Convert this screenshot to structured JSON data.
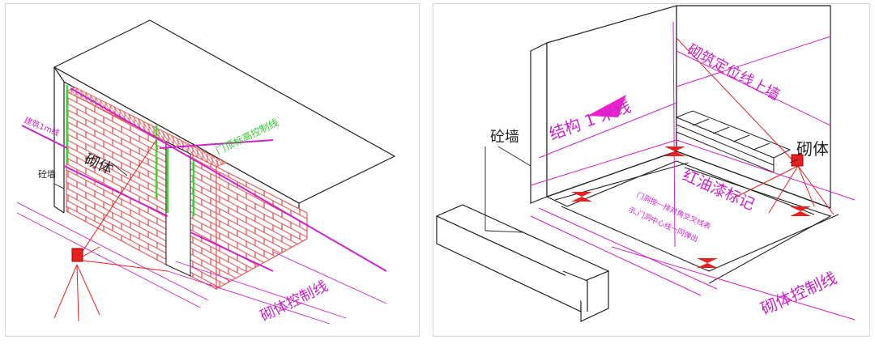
{
  "left_panel": {
    "labels": {
      "masonry": "砌体",
      "concrete_wall": "砼墙",
      "door_top_line": "门顶标高控制线",
      "one_meter_line": "建筑1m线",
      "control_line": "砌体控制线"
    }
  },
  "right_panel": {
    "labels": {
      "structure_1m": "结构 1 米线",
      "upwall": "砌筑定位线上墙",
      "concrete_wall": "砼墙",
      "masonry": "砌体",
      "red_paint": "红油漆标记",
      "note_line1": "门洞按一排对角交叉线表",
      "note_line2": "示,门洞中心线一同弹出",
      "control_line": "砌体控制线"
    }
  },
  "colors": {
    "magenta": "#cc22cc",
    "brick": "#e35a5a",
    "green": "#33dd33",
    "red": "#e82020",
    "ink": "#222222"
  }
}
